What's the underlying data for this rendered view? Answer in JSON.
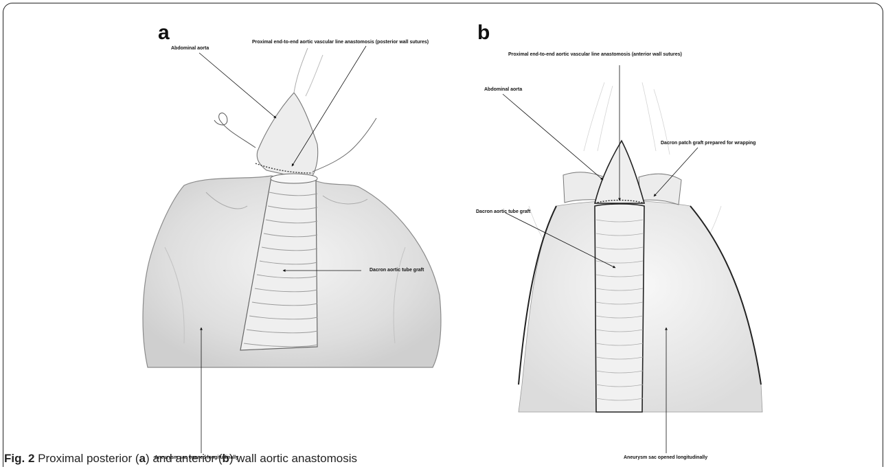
{
  "panel_a": {
    "letter": "a",
    "labels": {
      "abdominal_aorta": "Abdominal aorta",
      "anastomosis": "Proximal end-to-end aortic vascular line anastomosis (posterior wall sutures)",
      "tube_graft": "Dacron aortic tube graft",
      "aneurysm_sac": "Aneurysm sac opened longitudinally"
    }
  },
  "panel_b": {
    "letter": "b",
    "labels": {
      "anastomosis": "Proximal end-to-end aortic vascular line anastomosis (anterior wall sutures)",
      "abdominal_aorta": "Abdominal aorta",
      "patch_graft": "Dacron patch graft prepared for wrapping",
      "tube_graft": "Dacron aortic tube graft",
      "aneurysm_sac": "Aneurysm sac opened longitudinally"
    }
  },
  "caption": {
    "fig_label": "Fig. 2",
    "text_1": " Proximal posterior (",
    "ref_a": "a",
    "text_2": ") and anterior (",
    "ref_b": "b",
    "text_3": ") wall aortic anastomosis"
  }
}
